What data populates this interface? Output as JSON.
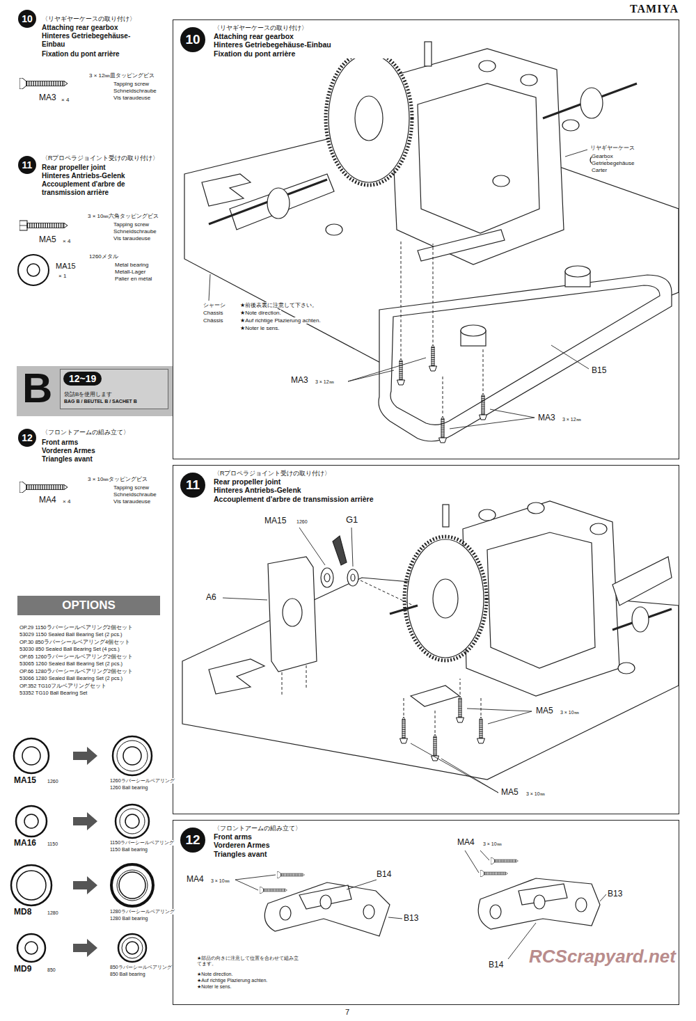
{
  "diagram": {
    "nodes": [
      {
        "text": [
          "10"
        ]
      },
      {
        "text": [
          "11"
        ]
      },
      {
        "text": [
          "B",
          "12~19",
          "袋詰Bを使用します",
          "BAG B / BEUTEL B / SACHET B"
        ]
      },
      {
        "text": [
          "12"
        ]
      },
      {
        "text": [
          "OPTIONS"
        ]
      },
      {
        "text": [
          "〈リヤギヤーケースの取り付け〉",
          "Attaching rear gearbox",
          "Hinteres Getriebegehäuse-Einbau",
          "Fixation du pont arrière"
        ]
      },
      {
        "text": [
          "10"
        ],
        "in": 5
      },
      {
        "text": [
          "〈Rプロペラジョイント受けの取り付け〉",
          "Rear propeller joint",
          "Hinteres Antriebs-Gelenk",
          "Accouplement d'arbre de transmission arrière"
        ]
      },
      {
        "text": [
          "11"
        ],
        "in": 7
      },
      {
        "text": [
          "〈フロントアームの組み立て〉",
          "Front arms",
          "Vorderen Armes",
          "Triangles avant"
        ]
      },
      {
        "text": [
          "12"
        ],
        "in": 9
      }
    ],
    "labels": [
      "TAMIYA",
      "〈リヤギヤーケースの取り付け〉",
      "Attaching rear gearbox",
      "Hinteres Getriebegehäuse-Einbau",
      "Fixation du pont arrière",
      "3 × 12㎜皿タッピングビス",
      "Tapping screw",
      "Schneidschraube",
      "Vis taraudeuse",
      "MA3",
      "× 4",
      "〈Rプロペラジョイント受けの取り付け〉",
      "Rear propeller joint",
      "Hinteres Antriebs-Gelenk",
      "Accouplement d'arbre de transmission arrière",
      "3 × 10㎜六角タッピングビス",
      "Tapping screw",
      "Schneidschraube",
      "Vis taraudeuse",
      "MA5",
      "× 4",
      "1260メタル",
      "MA15",
      "× 1",
      "Metal bearing",
      "Metall-Lager",
      "Palier en métal",
      "〈フロントアームの組み立て〉",
      "Front arms",
      "Vorderen Armes",
      "Triangles avant",
      "3 × 10㎜タッピングビス",
      "Tapping screw",
      "Schneidschraube",
      "Vis taraudeuse",
      "MA4",
      "× 4",
      "OP.29 1150ラバーシールベアリング2個セット",
      "53029 1150 Sealed Ball Bearing Set (2 pcs.)",
      "OP.30 850ラバーシールベアリング4個セット",
      "53030 850 Sealed Ball Bearing Set (4 pcs.)",
      "OP.65 1260ラバーシールベアリング2個セット",
      "53065 1260 Sealed Ball Bearing Set (2 pcs.)",
      "OP.66 1280ラバーシールベアリング2個セット",
      "53066 1280 Sealed Ball Bearing Set (2 pcs.)",
      "OP.352 TG10フルベアリングセット",
      "53352 TG10 Ball Bearing Set",
      "MA15",
      "1260",
      "1260ラバーシールベアリング",
      "1260 Ball bearing",
      "MA16",
      "1150",
      "1150ラバーシールベアリング",
      "1150 Ball bearing",
      "MD8",
      "1280",
      "1280ラバーシールベアリング",
      "1280 Ball bearing",
      "MD9",
      "850",
      "850ラバーシールベアリング",
      "850 Ball bearing",
      "リヤギヤーケース",
      "Gearbox",
      "Getriebegehäuse",
      "Carter",
      "シャーシ",
      "Chassis",
      "Châssis",
      "★前後表裏に注意して下さい。",
      "★Note direction.",
      "★Auf richtige Plazierung achten.",
      "★Noter le sens.",
      "MA3",
      "3 × 12㎜",
      "B15",
      "MA3",
      "3 × 12㎜",
      "MA15",
      "1260",
      "G1",
      "A6",
      "MA5",
      "3 × 10㎜",
      "MA5",
      "3 × 10㎜",
      "MA4",
      "3 × 10㎜",
      "B14",
      "MA4",
      "3 × 10㎜",
      "B13",
      "B13",
      "B14",
      "★部品の向きに注意して位置を合わせて組み立てます。",
      "★Note direction.",
      "★Auf richtige Plazierung achten.",
      "★Noter le sens.",
      "RCScrapyard.net",
      "7"
    ]
  }
}
